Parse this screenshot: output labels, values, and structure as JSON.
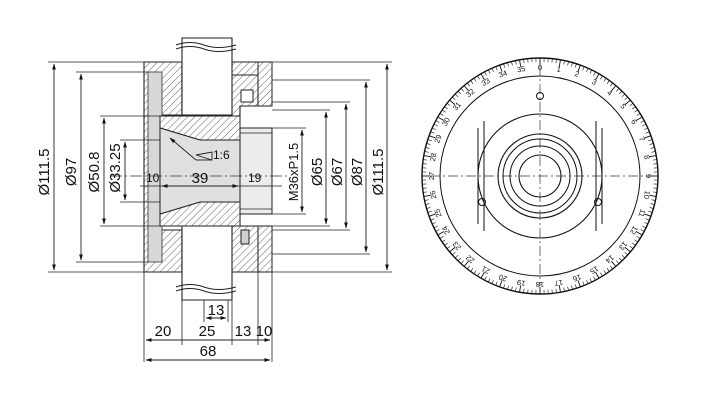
{
  "section_view": {
    "left_dims": [
      "Ø111.5",
      "Ø97",
      "Ø50.8",
      "Ø33.25"
    ],
    "right_dims": [
      "M36xP1.5",
      "Ø65",
      "Ø67",
      "Ø87",
      "Ø111.5"
    ],
    "taper_label": "1:6",
    "inner_dims": [
      "10",
      "39",
      "19"
    ],
    "top_dim": "13",
    "bottom_dims": [
      "20",
      "25",
      "13",
      "10"
    ],
    "overall_length": "68"
  },
  "dial_view": {
    "scale_labels": [
      "0",
      "1",
      "2",
      "3",
      "4",
      "5",
      "6",
      "7",
      "8",
      "9",
      "10",
      "11",
      "12",
      "13",
      "14",
      "15",
      "16",
      "17",
      "18",
      "19",
      "20",
      "21",
      "22",
      "23",
      "24",
      "25",
      "26",
      "27",
      "28",
      "29",
      "30",
      "31",
      "32",
      "33",
      "34",
      "35"
    ]
  }
}
